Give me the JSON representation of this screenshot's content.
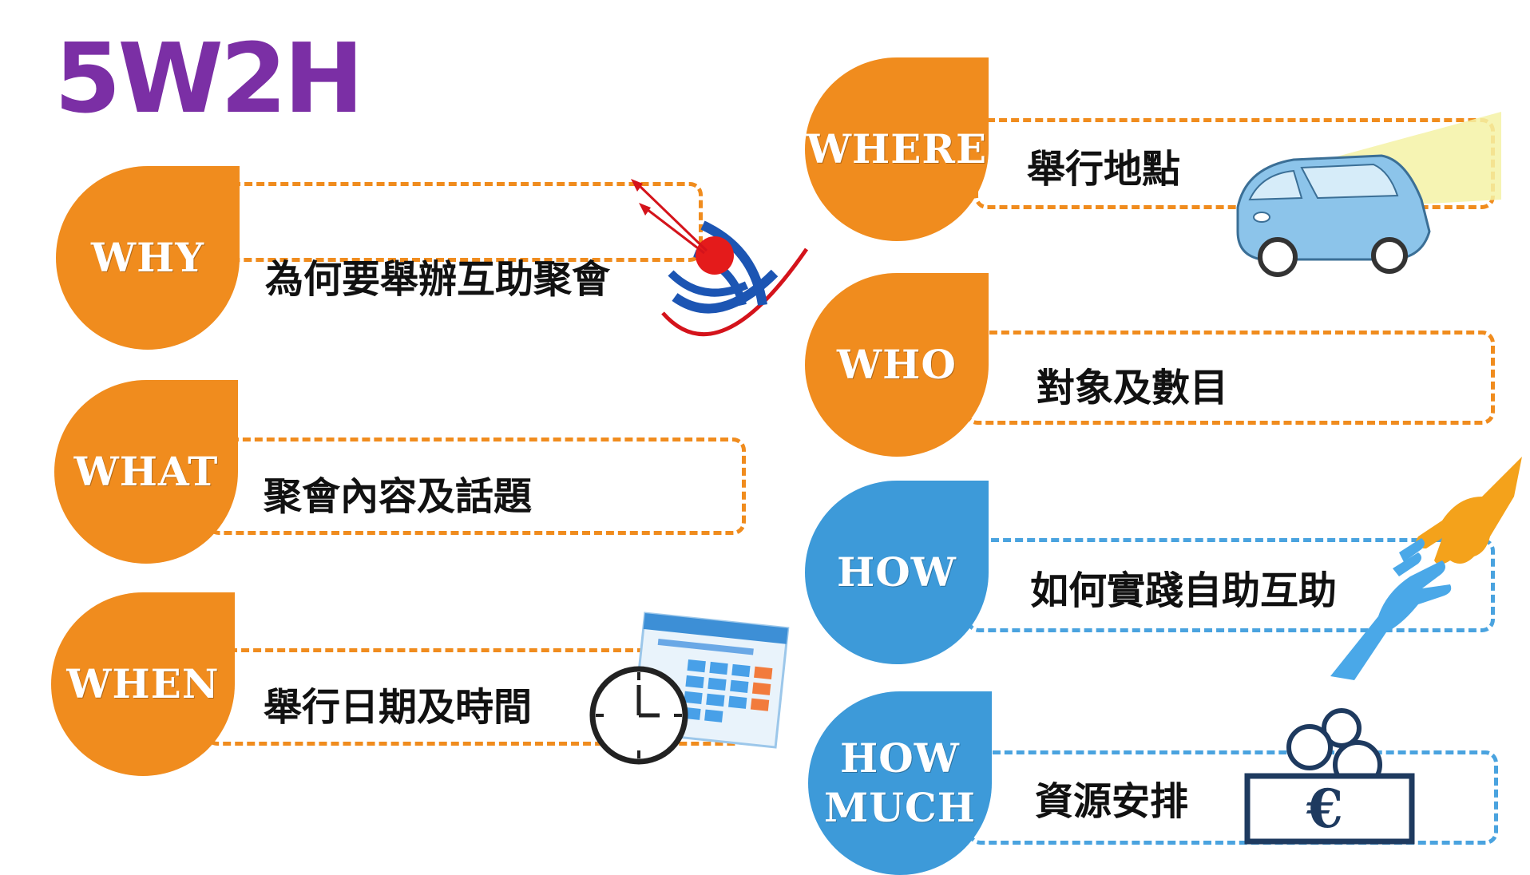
{
  "title": {
    "text": "5W2H",
    "color": "#7b2fa5"
  },
  "colors": {
    "orange": "#f08c1e",
    "blue": "#3d9ad9",
    "dash_orange": "#f08c1e",
    "dash_blue": "#4aa3df"
  },
  "items": [
    {
      "key": "why",
      "label": "WHY",
      "desc": "為何要舉辦互助聚會",
      "color": "orange",
      "icon": "target-icon"
    },
    {
      "key": "what",
      "label": "WHAT",
      "desc": "聚會內容及話題",
      "color": "orange",
      "icon": ""
    },
    {
      "key": "when",
      "label": "WHEN",
      "desc": "舉行日期及時間",
      "color": "orange",
      "icon": "clock-calendar-icon"
    },
    {
      "key": "where",
      "label": "WHERE",
      "desc": "舉行地點",
      "color": "orange",
      "icon": "car-icon"
    },
    {
      "key": "who",
      "label": "WHO",
      "desc": "對象及數目",
      "color": "orange",
      "icon": ""
    },
    {
      "key": "how",
      "label": "HOW",
      "desc": "如何實踐自助互助",
      "color": "blue",
      "icon": "helping-hands-icon"
    },
    {
      "key": "how_much",
      "label": "HOW\nMUCH",
      "desc": "資源安排",
      "color": "blue",
      "icon": "euro-coins-icon"
    }
  ],
  "currency_symbol": "€"
}
